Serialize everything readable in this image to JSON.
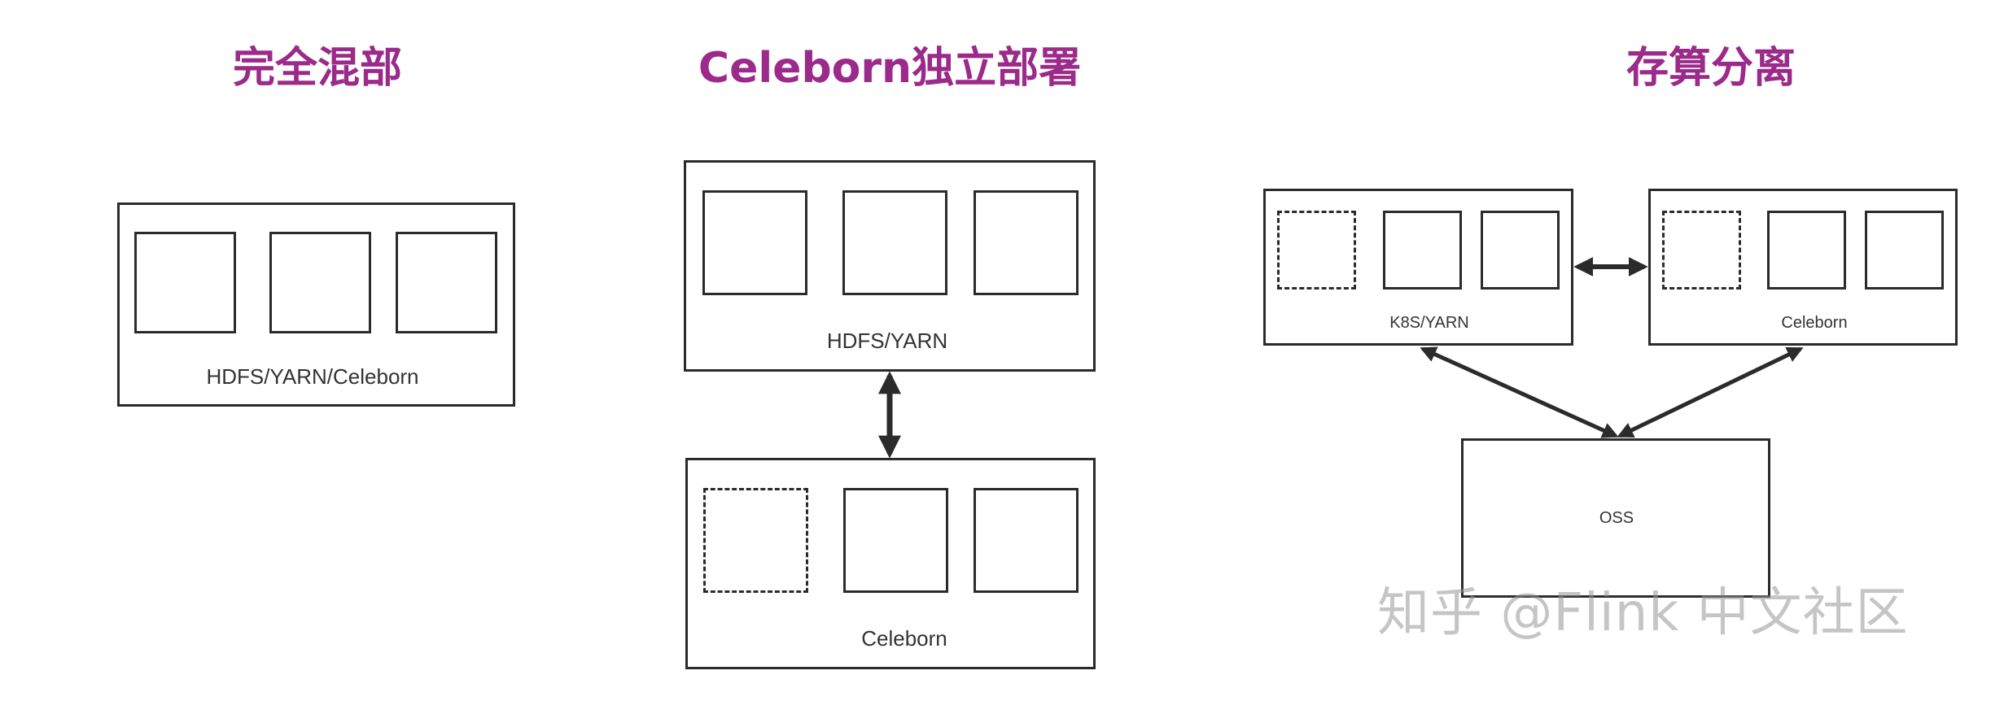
{
  "titles": {
    "hybrid": "完全混部",
    "standalone": "Celeborn独立部署",
    "disaggregated": "存算分离"
  },
  "labels": {
    "hybrid_cluster": "HDFS/YARN/Celeborn",
    "standalone_compute": "HDFS/YARN",
    "standalone_celeborn": "Celeborn",
    "disagg_compute": "K8S/YARN",
    "disagg_celeborn": "Celeborn",
    "disagg_storage": "OSS"
  },
  "watermark": "知乎 @Flink 中文社区",
  "colors": {
    "title": "#9b2a8a",
    "stroke": "#2b2b2b",
    "text": "#333333"
  }
}
